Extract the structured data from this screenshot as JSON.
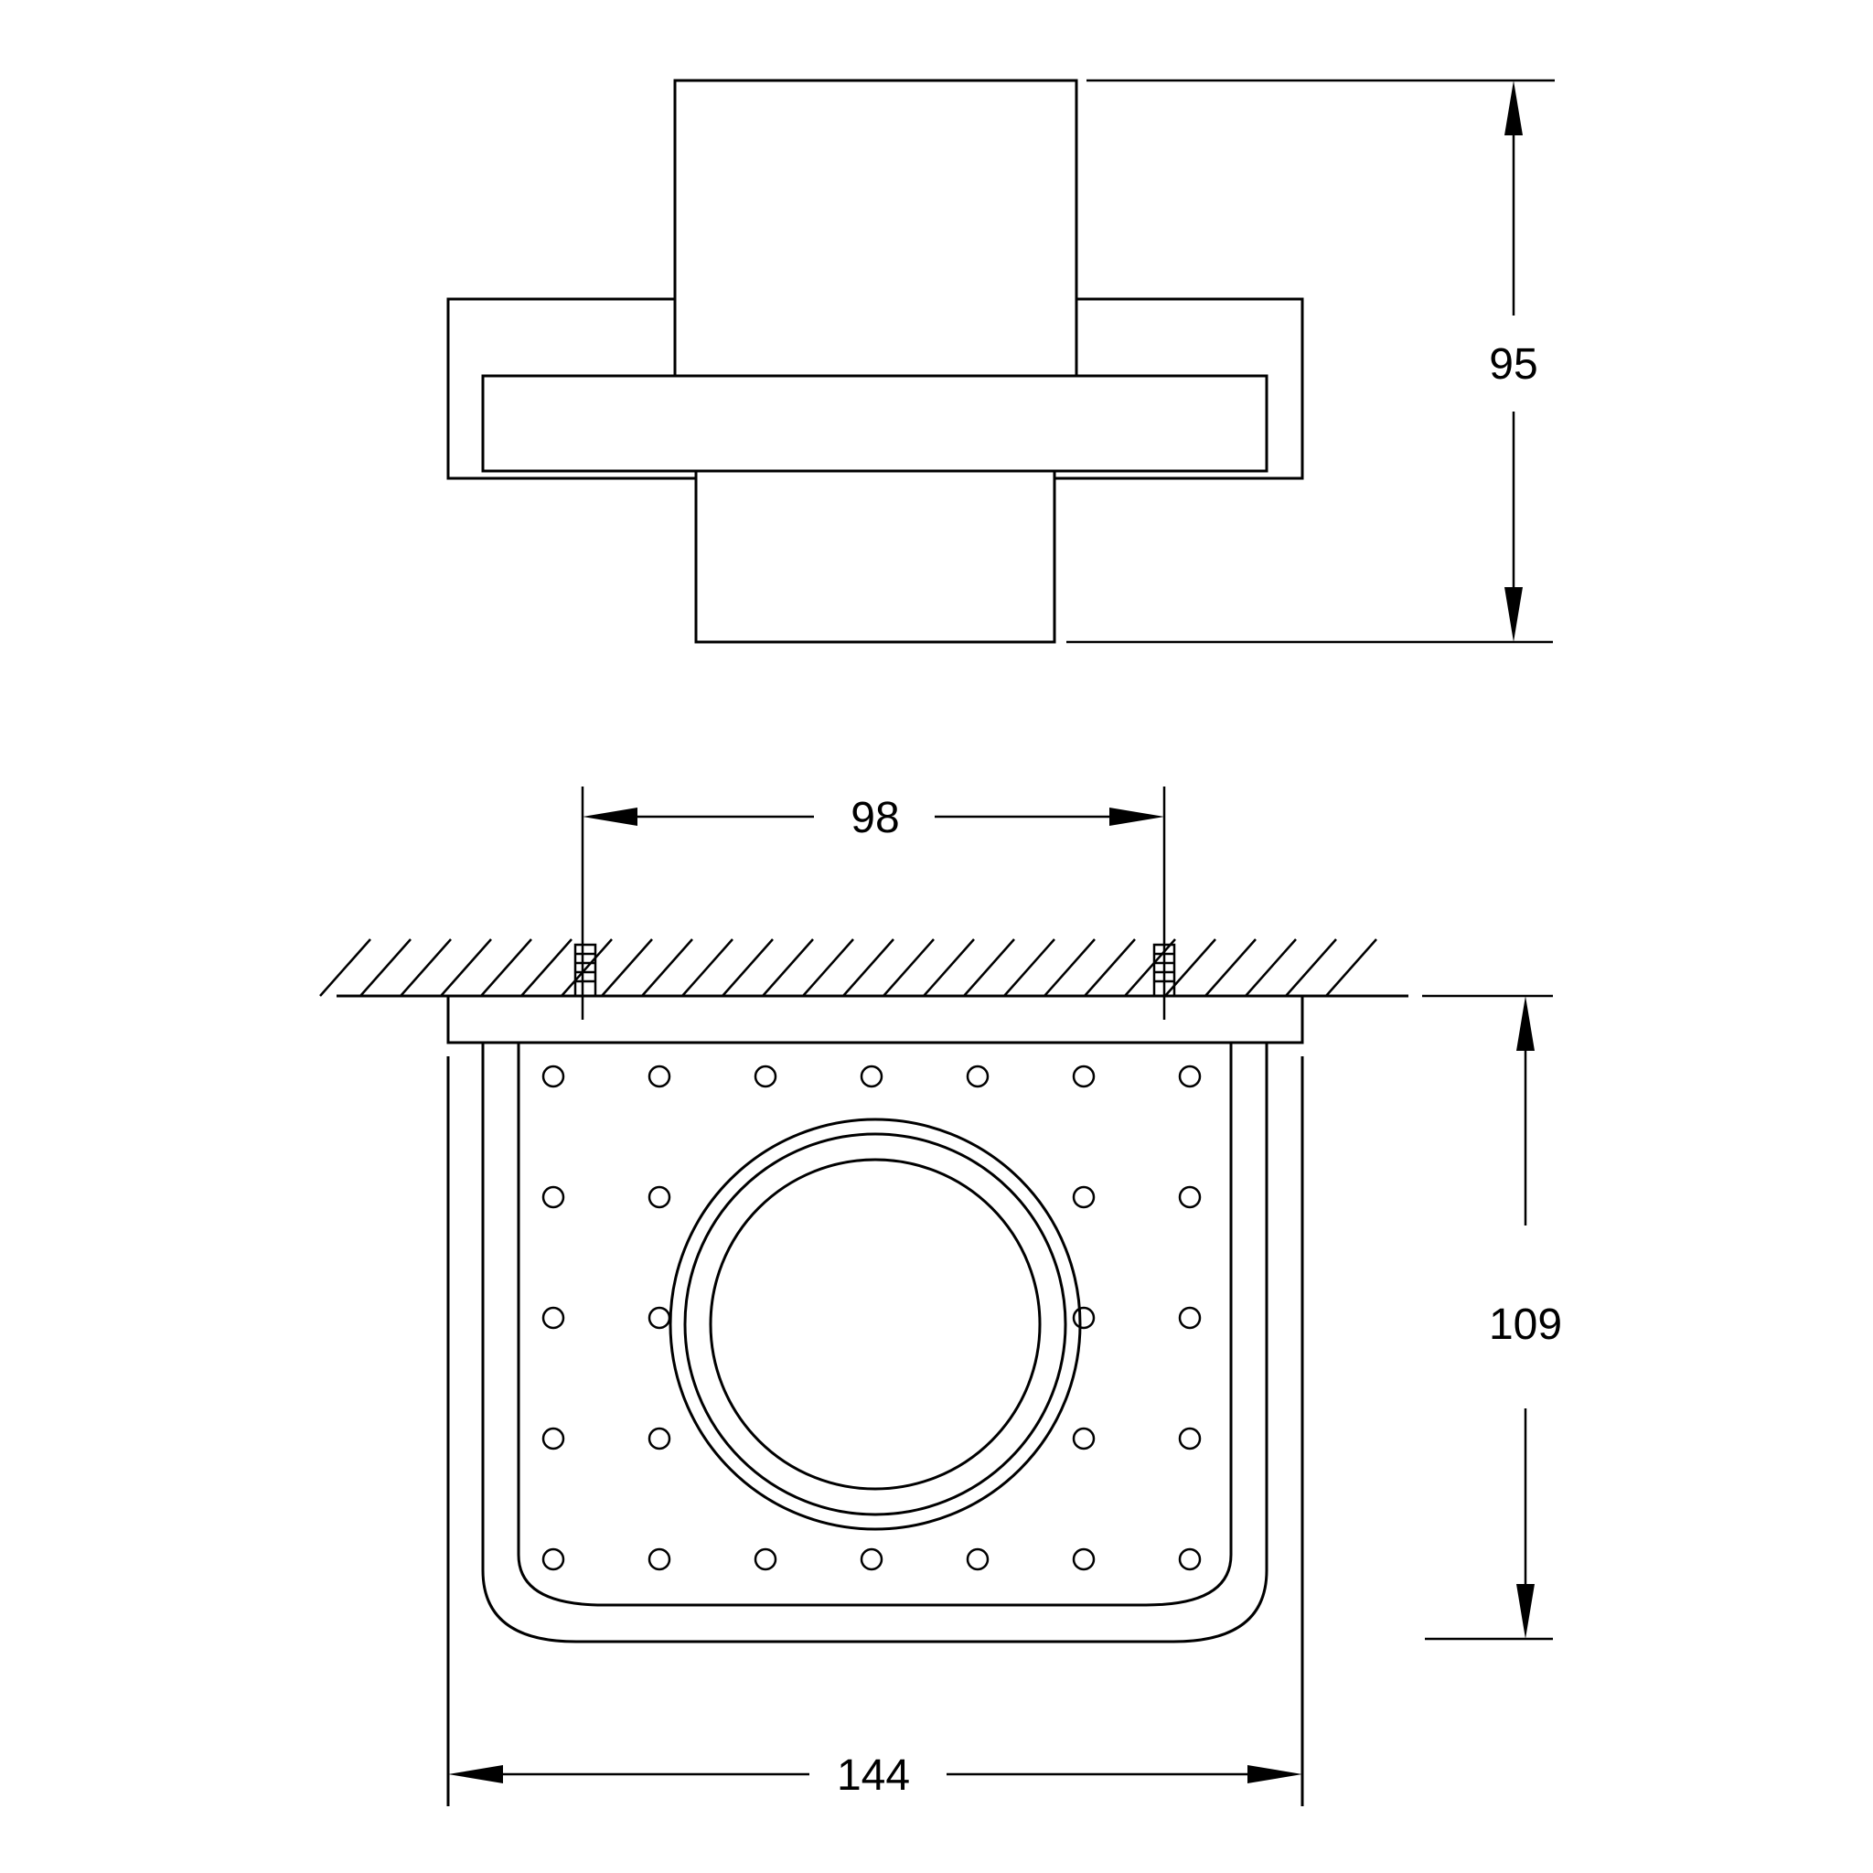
{
  "dimensions": {
    "height": "95",
    "anchor_spacing": "98",
    "depth": "109",
    "width": "144"
  },
  "perforation_grid": {
    "columns": 7,
    "rows": 5
  }
}
